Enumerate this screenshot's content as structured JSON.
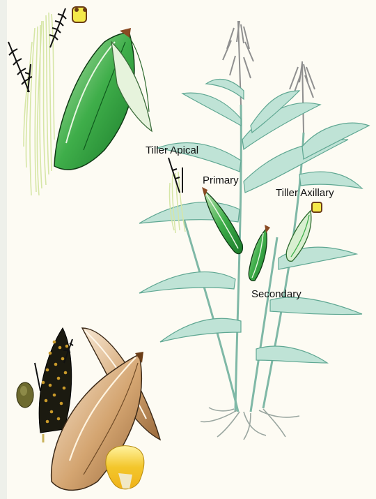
{
  "labels": {
    "tiller_apical": "Tiller Apical",
    "primary": "Primary",
    "tiller_axillary": "Tiller Axillary",
    "secondary": "Secondary"
  },
  "colors": {
    "background": "#fdfbf3",
    "leaf": "#9fd4c3",
    "leaf_stroke": "#5fa792",
    "husk_green_dark": "#1f8a2f",
    "husk_green_light": "#7fd07a",
    "silk": "#d6e6a6",
    "tassel": "#8f8f8f",
    "husk_tan": "#c99a66",
    "kernel_yellow": "#f3c62b",
    "tip_brown": "#8a4a22"
  }
}
